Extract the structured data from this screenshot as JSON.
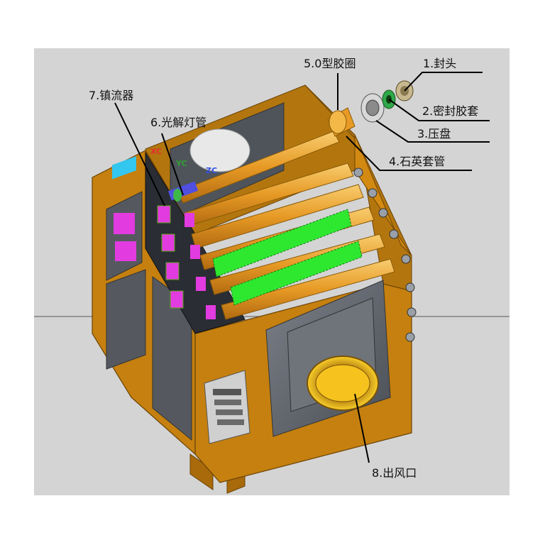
{
  "labels": {
    "end_cap": "1.封头",
    "sealing_sleeve": "2.密封胶套",
    "pressure_plate": "3.压盘",
    "quartz_tube": "4.石英套管",
    "o_ring": "5.0型胶圈",
    "uv_lamp": "6.光解灯管",
    "ballast": "7.镇流器",
    "air_outlet": "8.出风口"
  },
  "axes": {
    "x": "XC",
    "y": "YC",
    "z": "ZC"
  },
  "colors": {
    "background": "#d4d4d4",
    "cabinet": "#c5800f",
    "cabinet_dark": "#9c5f08",
    "panel": "#5a5f66",
    "tube": "#f0a830",
    "grid_green": "#2ee830",
    "ballast_magenta": "#e23be0",
    "ballast_cyan": "#33c6ee",
    "outlet_yellow": "#f6c21e",
    "horizon": "#7a7a7a"
  }
}
